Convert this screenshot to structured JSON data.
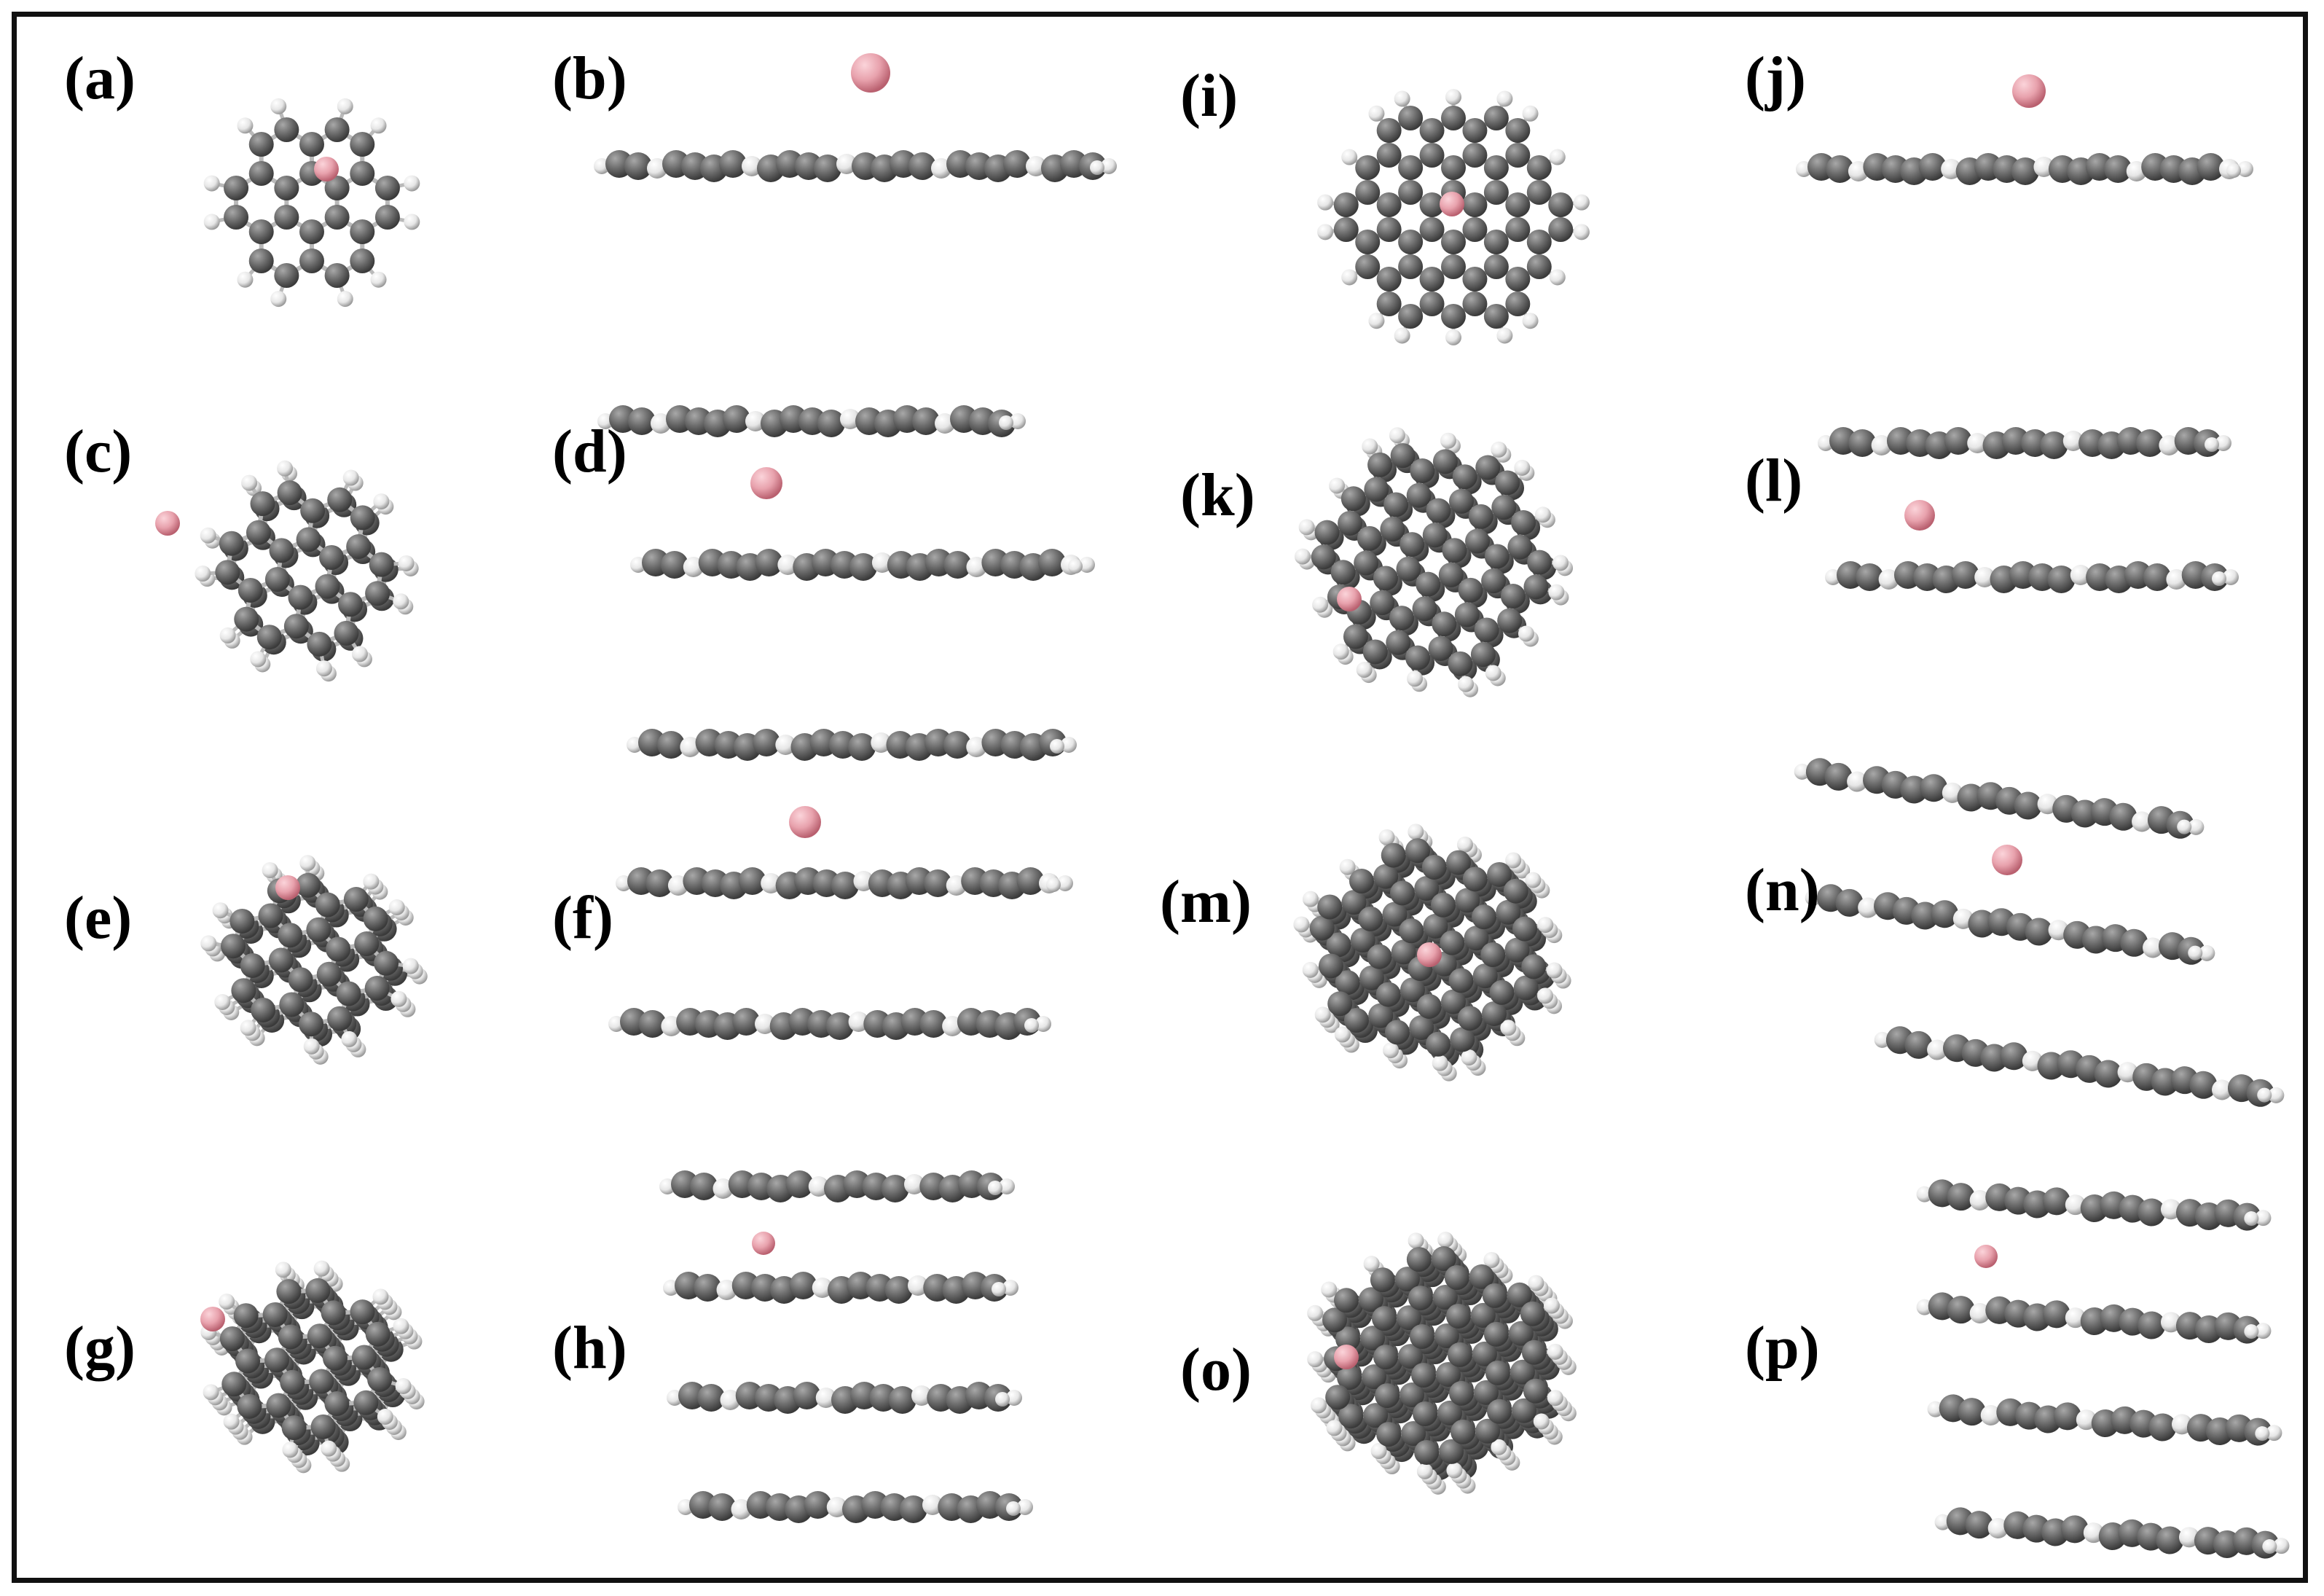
{
  "figure": {
    "panels": [
      {
        "label": "(a)",
        "view": "top",
        "size": 1,
        "layers": 1,
        "na_site": "hollow"
      },
      {
        "label": "(b)",
        "view": "side",
        "size": 1,
        "layers": 1,
        "na_site": "hollow"
      },
      {
        "label": "(c)",
        "view": "top",
        "size": 1,
        "layers": 2,
        "na_site": "edge"
      },
      {
        "label": "(d)",
        "view": "side",
        "size": 1,
        "layers": 2,
        "na_site": "between"
      },
      {
        "label": "(e)",
        "view": "top",
        "size": 1,
        "layers": 3,
        "na_site": "edge"
      },
      {
        "label": "(f)",
        "view": "side",
        "size": 1,
        "layers": 3,
        "na_site": "between"
      },
      {
        "label": "(g)",
        "view": "top",
        "size": 1,
        "layers": 4,
        "na_site": "edge"
      },
      {
        "label": "(h)",
        "view": "side",
        "size": 1,
        "layers": 4,
        "na_site": "between"
      },
      {
        "label": "(i)",
        "view": "top",
        "size": 2,
        "layers": 1,
        "na_site": "hollow"
      },
      {
        "label": "(j)",
        "view": "side",
        "size": 2,
        "layers": 1,
        "na_site": "hollow"
      },
      {
        "label": "(k)",
        "view": "top",
        "size": 2,
        "layers": 2,
        "na_site": "edge"
      },
      {
        "label": "(l)",
        "view": "side",
        "size": 2,
        "layers": 2,
        "na_site": "between"
      },
      {
        "label": "(m)",
        "view": "top",
        "size": 2,
        "layers": 3,
        "na_site": "hollow"
      },
      {
        "label": "(n)",
        "view": "side",
        "size": 2,
        "layers": 3,
        "na_site": "between"
      },
      {
        "label": "(o)",
        "view": "top",
        "size": 2,
        "layers": 4,
        "na_site": "edge"
      },
      {
        "label": "(p)",
        "view": "side",
        "size": 2,
        "layers": 4,
        "na_site": "between"
      }
    ]
  },
  "colors": {
    "frame": "#111111",
    "carbon": "#6e6e6e",
    "carbon_dark": "#3f3f3f",
    "hydrogen": "#eeeeee",
    "hydrogen_edge": "#8a8a8a",
    "bond": "#b9b9b9",
    "sodium": "#e8a2ad",
    "sodium_dark": "#c8707e",
    "label": "#000000"
  }
}
